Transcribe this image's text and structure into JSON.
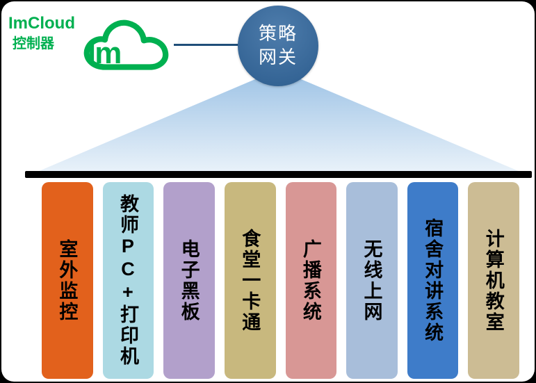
{
  "brand": {
    "title": "ImCloud",
    "subtitle": "控制器",
    "cloud_text": "lm",
    "color": "#00B050"
  },
  "gateway": {
    "line1": "策略",
    "line2": "网关",
    "color": "#31679E"
  },
  "connector_color": "#1F4E79",
  "beam_color": "#000000",
  "funnel": {
    "top_color": "#9CC2E5",
    "bottom_color": "#EBF3FA"
  },
  "pillars": [
    {
      "label": "室外监控",
      "color": "#E2611C"
    },
    {
      "label": "教师PC+打印机",
      "color": "#ACD9E3"
    },
    {
      "label": "电子黑板",
      "color": "#B2A0CB"
    },
    {
      "label": "食堂一卡通",
      "color": "#C8B87E"
    },
    {
      "label": "广播系统",
      "color": "#D89795"
    },
    {
      "label": "无线上网",
      "color": "#A8BEDA"
    },
    {
      "label": "宿舍对讲系统",
      "color": "#3E7CC9"
    },
    {
      "label": "计算机教室",
      "color": "#CCBC94"
    }
  ]
}
